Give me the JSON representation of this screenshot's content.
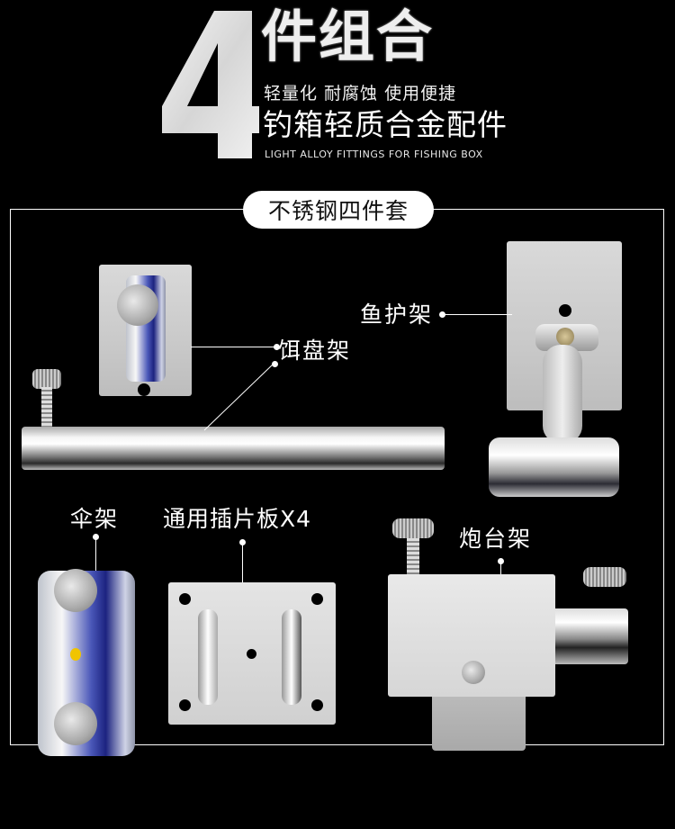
{
  "header": {
    "big_number": "4",
    "title": "件组合",
    "tagline": "轻量化 耐腐蚀 使用便捷",
    "subtitle": "钓箱轻质合金配件",
    "english": "LIGHT ALLOY FITTINGS FOR FISHING BOX"
  },
  "section": {
    "badge": "不锈钢四件套"
  },
  "parts": [
    {
      "label": "饵盘架"
    },
    {
      "label": "鱼护架"
    },
    {
      "label": "伞架"
    },
    {
      "label": "通用插片板X4"
    },
    {
      "label": "炮台架"
    }
  ],
  "colors": {
    "background": "#000000",
    "text": "#ffffff",
    "badge_bg": "#ffffff",
    "badge_text": "#111111"
  }
}
